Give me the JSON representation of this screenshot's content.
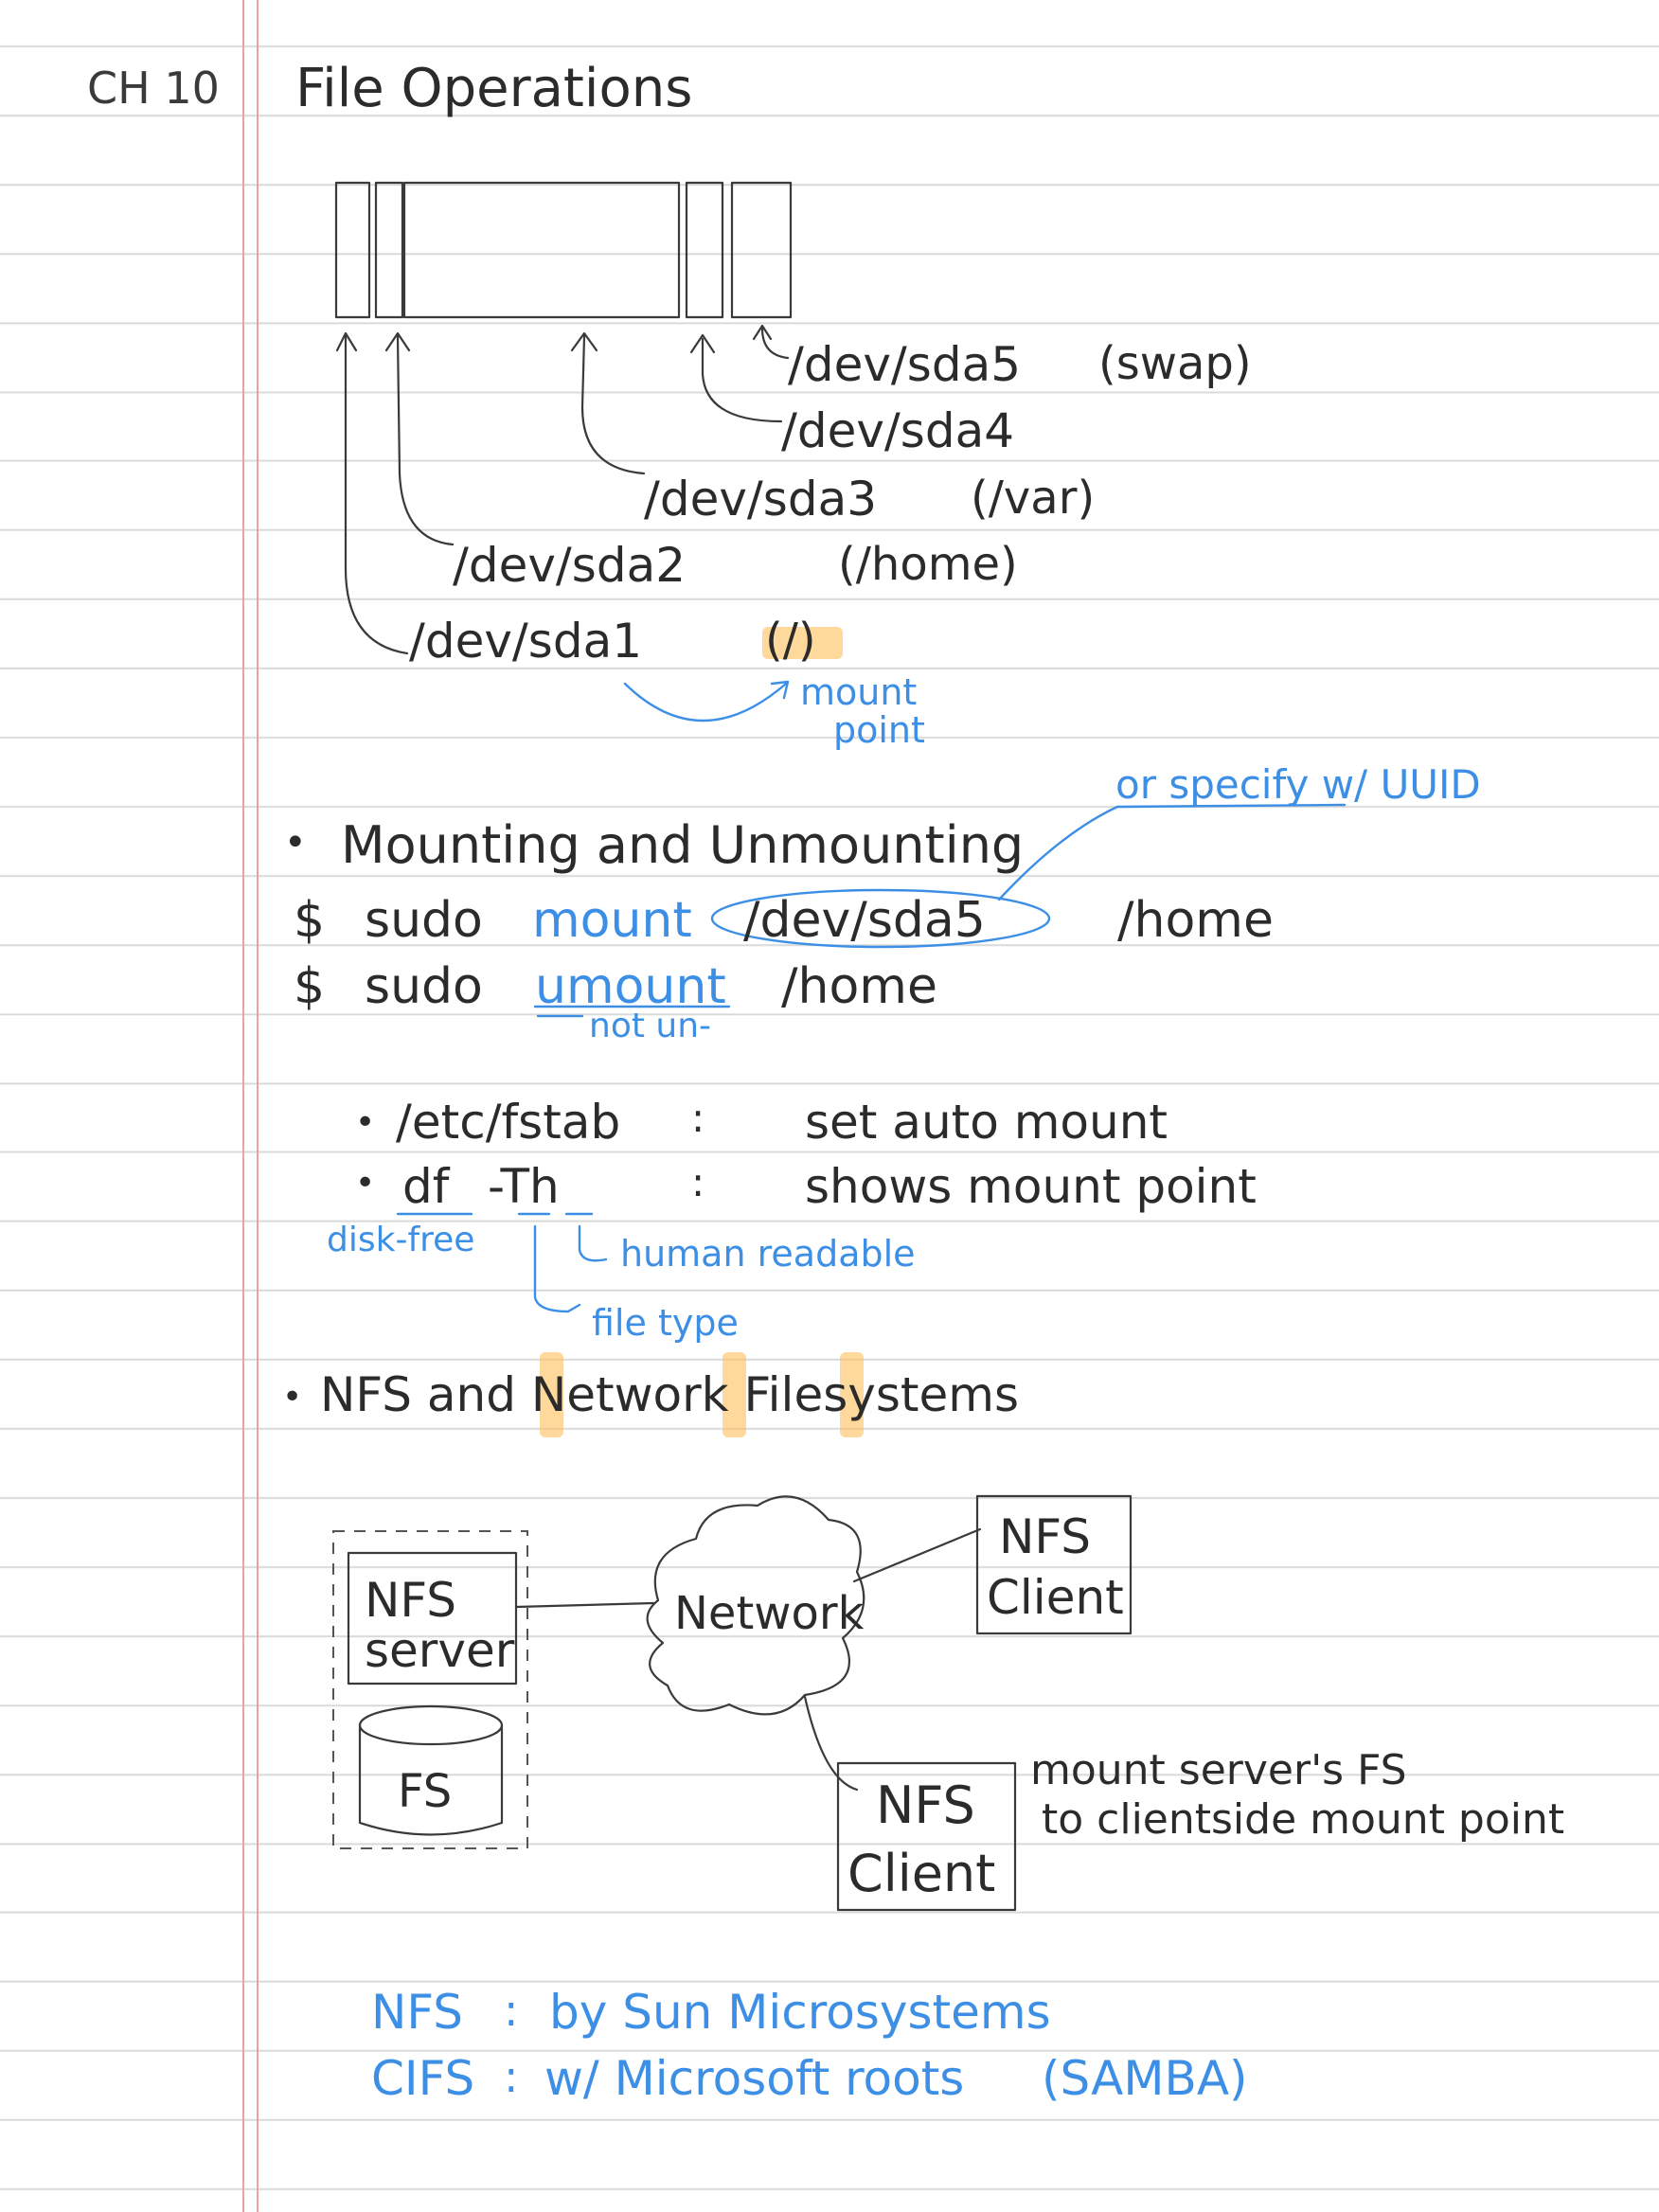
{
  "chapter_label": "CH 10",
  "title": "File Operations",
  "partitions": {
    "sda5": "/dev/sda5",
    "sda5_note": "(swap)",
    "sda4": "/dev/sda4",
    "sda3": "/dev/sda3",
    "sda3_note": "(/var)",
    "sda2": "/dev/sda2",
    "sda2_note": "(/home)",
    "sda1": "/dev/sda1",
    "sda1_note": "(/)",
    "mount_point_note_line1": "mount",
    "mount_point_note_line2": "point"
  },
  "mounting": {
    "bullet": "•",
    "heading": "Mounting and Unmounting",
    "uuid_note": "or specify w/ UUID",
    "cmd1": {
      "prompt": "$",
      "sudo": "sudo",
      "verb": "mount",
      "device": "/dev/sda5",
      "target": "/home"
    },
    "cmd2": {
      "prompt": "$",
      "sudo": "sudo",
      "verb": "umount",
      "target": "/home"
    },
    "umount_note": "not un-"
  },
  "tools": {
    "fstab_bullet": "•",
    "fstab": "/etc/fstab",
    "fstab_sep": ":",
    "fstab_desc": "set auto mount",
    "df_bullet": "•",
    "df": "df",
    "df_flags": "-Th",
    "df_sep": ":",
    "df_desc": "shows mount point",
    "df_note": "disk-free",
    "h_note": "human readable",
    "t_note": "file type"
  },
  "nfs": {
    "bullet": "•",
    "heading": "NFS and Network Filesystems",
    "server_line1": "NFS",
    "server_line2": "server",
    "fs_label": "FS",
    "network_label": "Network",
    "client1_line1": "NFS",
    "client1_line2": "Client",
    "client2_line1": "NFS",
    "client2_line2": "Client",
    "mount_note_line1": "mount server's FS",
    "mount_note_line2": "to clientside mount point",
    "origin1_name": "NFS",
    "origin1_sep": ":",
    "origin1_desc": "by Sun Microsystems",
    "origin2_name": "CIFS",
    "origin2_sep": ":",
    "origin2_desc": "w/ Microsoft roots",
    "origin2_extra": "(SAMBA)"
  },
  "colors": {
    "paper": "#ffffff",
    "rule_line": "#d9d9d9",
    "margin_line": "#f0a0a0",
    "pencil": "#3a3a3a",
    "blue_pen": "#3d8fe6",
    "highlight": "#ffbe5a"
  }
}
